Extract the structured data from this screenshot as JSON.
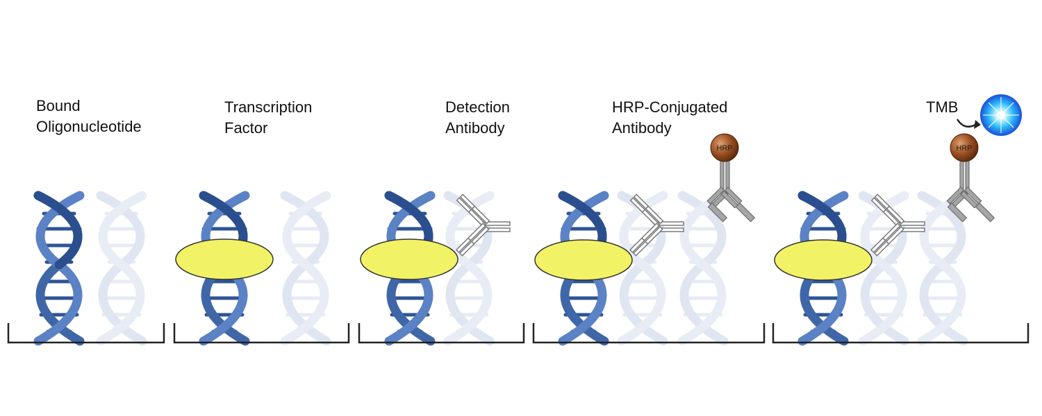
{
  "panels": [
    {
      "id": "bound",
      "line1": "Bound",
      "line2": "Oligonucleotide",
      "has_factor": false,
      "has_detection": false,
      "has_hrp": false
    },
    {
      "id": "factor",
      "line1": "Transcription",
      "line2": "Factor",
      "has_factor": true,
      "has_detection": false,
      "has_hrp": false
    },
    {
      "id": "detection",
      "line1": "Detection",
      "line2": "Antibody",
      "has_factor": true,
      "has_detection": true,
      "has_hrp": false
    },
    {
      "id": "hrp",
      "line1": "HRP-Conjugated",
      "line2": "Antibody",
      "has_factor": true,
      "has_detection": true,
      "has_hrp": true
    },
    {
      "id": "tmb",
      "line1": "TMB",
      "line2": "",
      "has_factor": true,
      "has_detection": true,
      "has_hrp": true
    }
  ],
  "hrp_label": "HRP",
  "icons": {
    "dna": "dna-double-helix-icon",
    "factor": "transcription-factor-ellipse-icon",
    "detection": "detection-antibody-icon",
    "hrp": "hrp-conjugated-antibody-icon",
    "tmb": "tmb-signal-burst-icon"
  },
  "colors": {
    "dna_blue": "#3f67a8",
    "dna_faded": "#dfe6f1",
    "factor_fill": "#f2f266",
    "hrp_ball": "#9b4f22",
    "antibody_gray": "#9a9a9a",
    "burst": "#2bb8ff"
  }
}
